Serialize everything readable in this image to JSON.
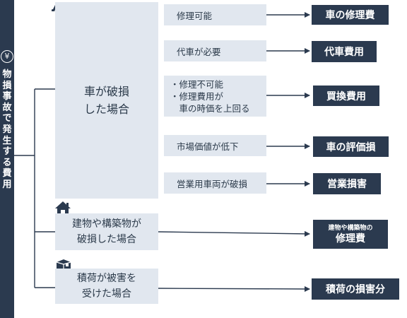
{
  "sidebar": {
    "title": "物損事故で発生する費用",
    "icon": "yen-icon"
  },
  "categories": [
    {
      "label": "車が破損\nした場合",
      "icon": "car-icon"
    },
    {
      "label": "建物や構築物が\n破損した場合",
      "icon": "house-icon"
    },
    {
      "label": "積荷が被害を\n受けた場合",
      "icon": "box-icon"
    }
  ],
  "conditions": [
    {
      "label": "修理可能"
    },
    {
      "label": "代車が必要"
    },
    {
      "lines": [
        "・修理不可能",
        "・修理費用が",
        "　車の時価を上回る"
      ]
    },
    {
      "label": "市場価値が低下"
    },
    {
      "label": "営業用車両が破損"
    }
  ],
  "results": [
    {
      "label": "車の修理費"
    },
    {
      "label": "代車費用"
    },
    {
      "label": "買換費用"
    },
    {
      "label": "車の評価損"
    },
    {
      "label": "営業損害"
    },
    {
      "small": "建物や構築物の",
      "big": "修理費"
    },
    {
      "label": "積荷の損害分"
    }
  ],
  "colors": {
    "dark": "#2b3a4f",
    "box": "#e1e7ef"
  }
}
